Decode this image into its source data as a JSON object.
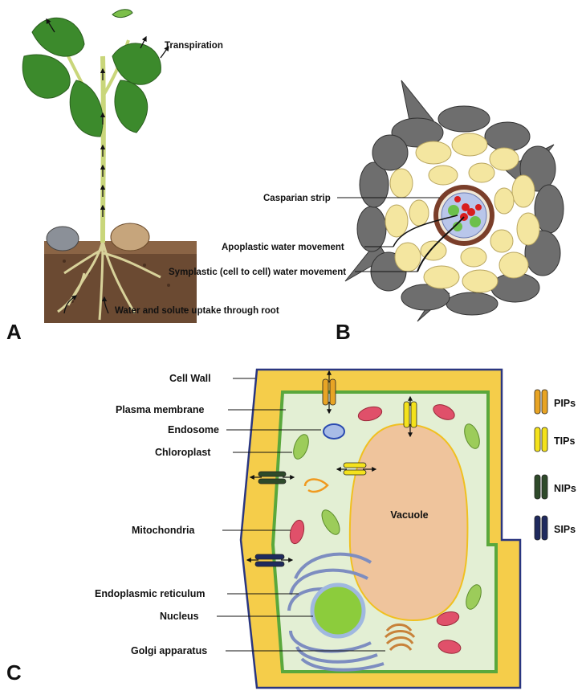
{
  "panels": {
    "a": {
      "letter": "A",
      "labels": {
        "transpiration": "Transpiration",
        "uptake": "Water and solute uptake through root"
      }
    },
    "b": {
      "letter": "B",
      "labels": {
        "casparian": "Casparian strip",
        "apoplastic": "Apoplastic water movement",
        "symplastic": "Symplastic (cell to cell) water movement"
      }
    },
    "c": {
      "letter": "C",
      "labels": {
        "cell_wall": "Cell Wall",
        "plasma_membrane": "Plasma membrane",
        "endosome": "Endosome",
        "chloroplast": "Chloroplast",
        "mitochondria": "Mitochondria",
        "er": "Endoplasmic reticulum",
        "nucleus": "Nucleus",
        "golgi": "Golgi apparatus",
        "vacuole": "Vacuole"
      },
      "legend": [
        {
          "label": "PIPs",
          "color": "#e8a424"
        },
        {
          "label": "TIPs",
          "color": "#f4e21c"
        },
        {
          "label": "NIPs",
          "color": "#2e4a2a"
        },
        {
          "label": "SIPs",
          "color": "#1f2a5e"
        }
      ]
    }
  },
  "colors": {
    "cell_wall": "#f5cd4a",
    "cytoplasm": "#e3efd4",
    "vacuole": "#efc49c",
    "nucleus": "#8ccc3c",
    "er": "#8a9bc8",
    "leaf": "#3c8a2c",
    "soil": "#6b4a32",
    "cortex": "#f4e6a0",
    "epidermis": "#6e6e6e"
  }
}
